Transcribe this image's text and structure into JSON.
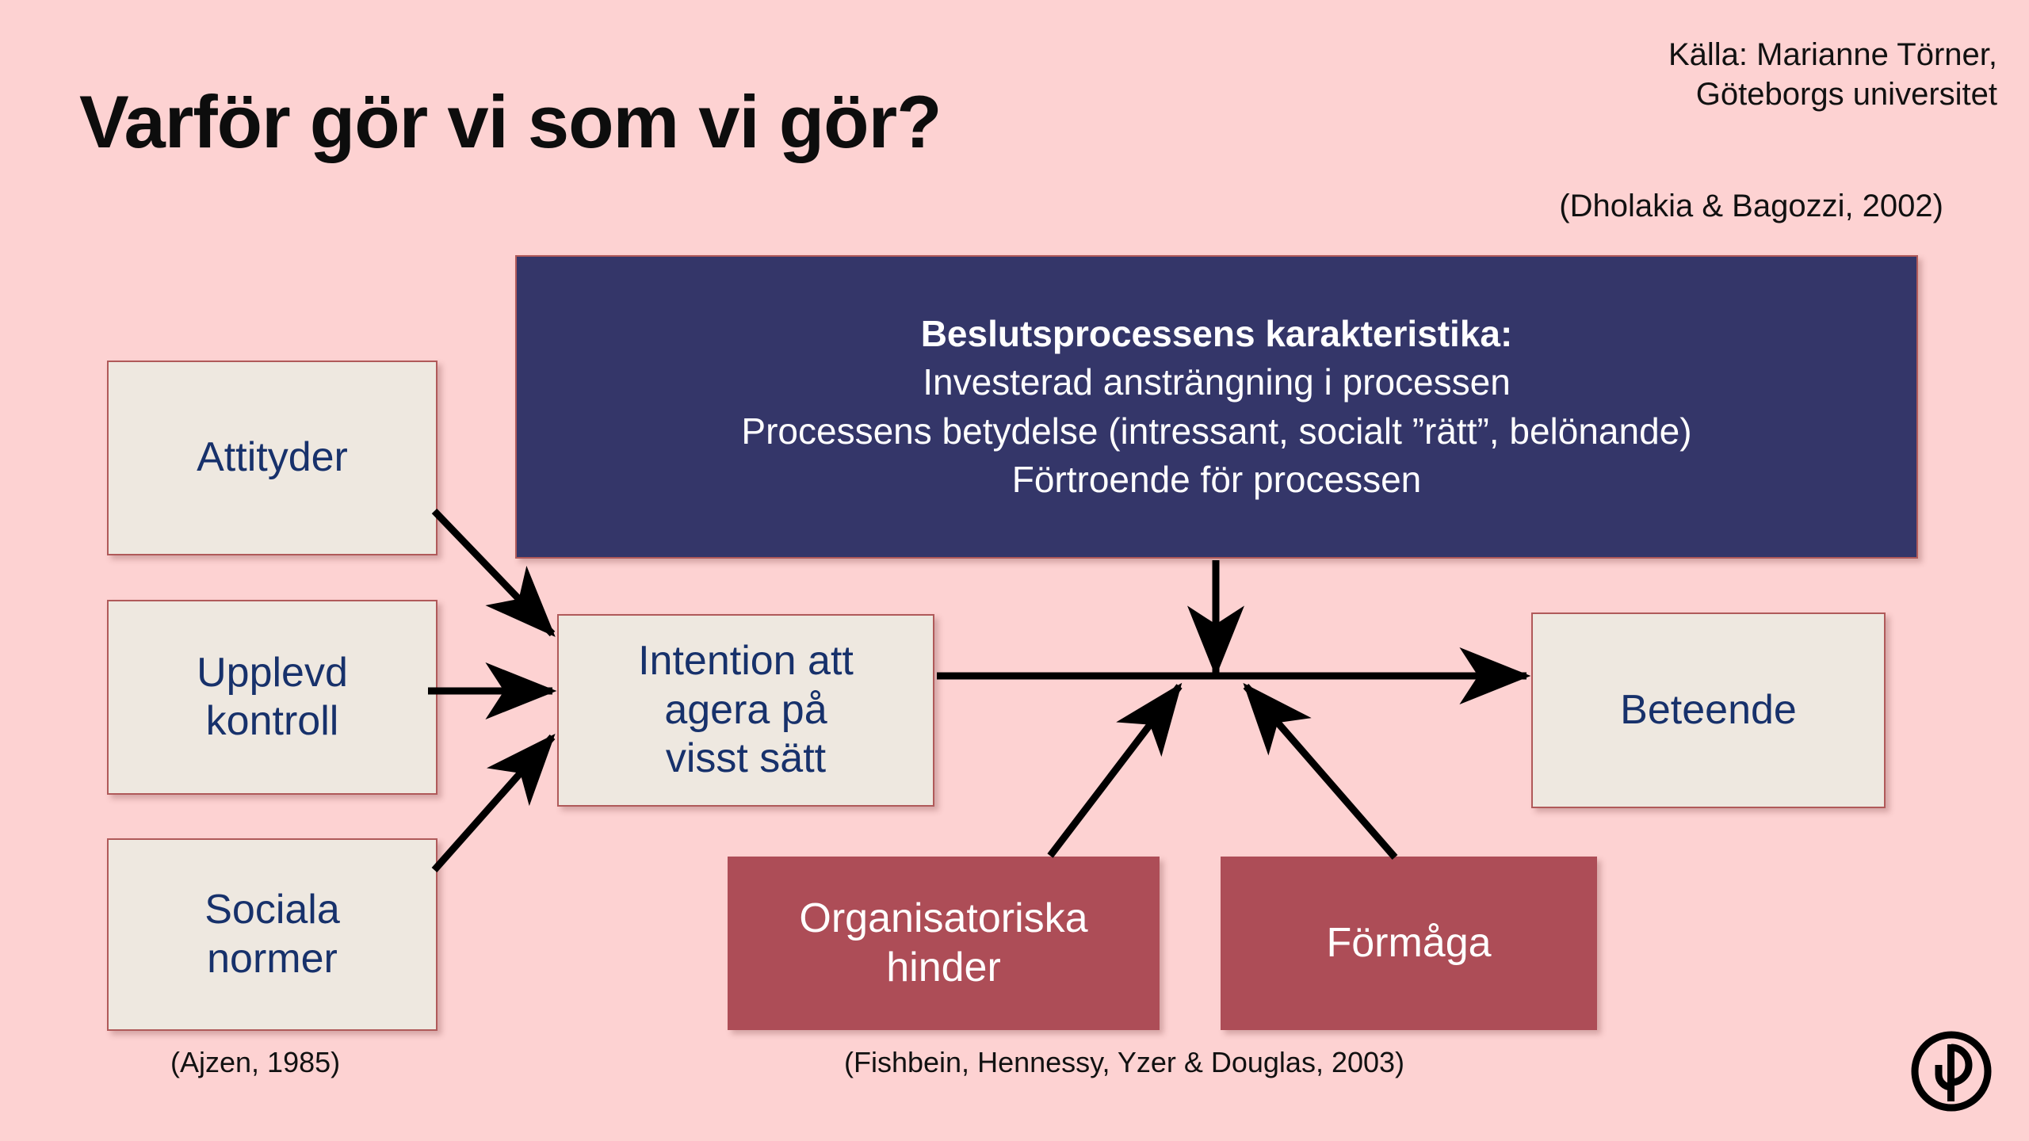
{
  "slide": {
    "background_color": "#fdd2d2",
    "title": "Varför gör vi som vi gör?",
    "source_note_line1": "Källa: Marianne Törner,",
    "source_note_line2": "Göteborgs universitet",
    "citation_top_right": "(Dholakia & Bagozzi, 2002)",
    "citation_bottom_left": "(Ajzen, 1985)",
    "citation_bottom_center": "(Fishbein, Hennessy, Yzer & Douglas, 2003)"
  },
  "colors": {
    "background": "#fdd2d2",
    "navy_box": "#343669",
    "cream_box": "#eee8e0",
    "red_box": "#ad4d57",
    "box_border": "#b05a5a",
    "cream_text": "#17316b",
    "arrow": "#000000",
    "title_text": "#0d0d0d"
  },
  "nodes": {
    "attityder": {
      "label": "Attityder",
      "style": "cream"
    },
    "upplevd_kontroll": {
      "line1": "Upplevd",
      "line2": "kontroll",
      "style": "cream"
    },
    "sociala_normer": {
      "line1": "Sociala",
      "line2": "normer",
      "style": "cream"
    },
    "intention": {
      "line1": "Intention att",
      "line2": "agera på",
      "line3": "visst sätt",
      "style": "cream"
    },
    "beteende": {
      "label": "Beteende",
      "style": "cream"
    },
    "organisatoriska_hinder": {
      "line1": "Organisatoriska",
      "line2": "hinder",
      "style": "red"
    },
    "formaga": {
      "label": "Förmåga",
      "style": "red"
    },
    "beslutsprocess": {
      "style": "navy",
      "line1": "Beslutsprocessens karakteristika:",
      "line2": "Investerad ansträngning i processen",
      "line3": "Processens betydelse  (intressant, socialt ”rätt”, belönande)",
      "line4": "Förtroende för processen"
    }
  },
  "edges": [
    {
      "name": "attityder-to-intention",
      "from": "attityder",
      "to": "intention"
    },
    {
      "name": "upplevd-to-intention",
      "from": "upplevd_kontroll",
      "to": "intention"
    },
    {
      "name": "sociala-to-intention",
      "from": "sociala_normer",
      "to": "intention"
    },
    {
      "name": "intention-to-beteende",
      "from": "intention",
      "to": "beteende"
    },
    {
      "name": "beslutsprocess-to-path",
      "from": "beslutsprocess",
      "to": "intention-beteende-path"
    },
    {
      "name": "hinder-to-path",
      "from": "organisatoriska_hinder",
      "to": "intention-beteende-path"
    },
    {
      "name": "formaga-to-path",
      "from": "formaga",
      "to": "intention-beteende-path"
    }
  ],
  "logo": {
    "name": "jp-monogram-logo"
  }
}
